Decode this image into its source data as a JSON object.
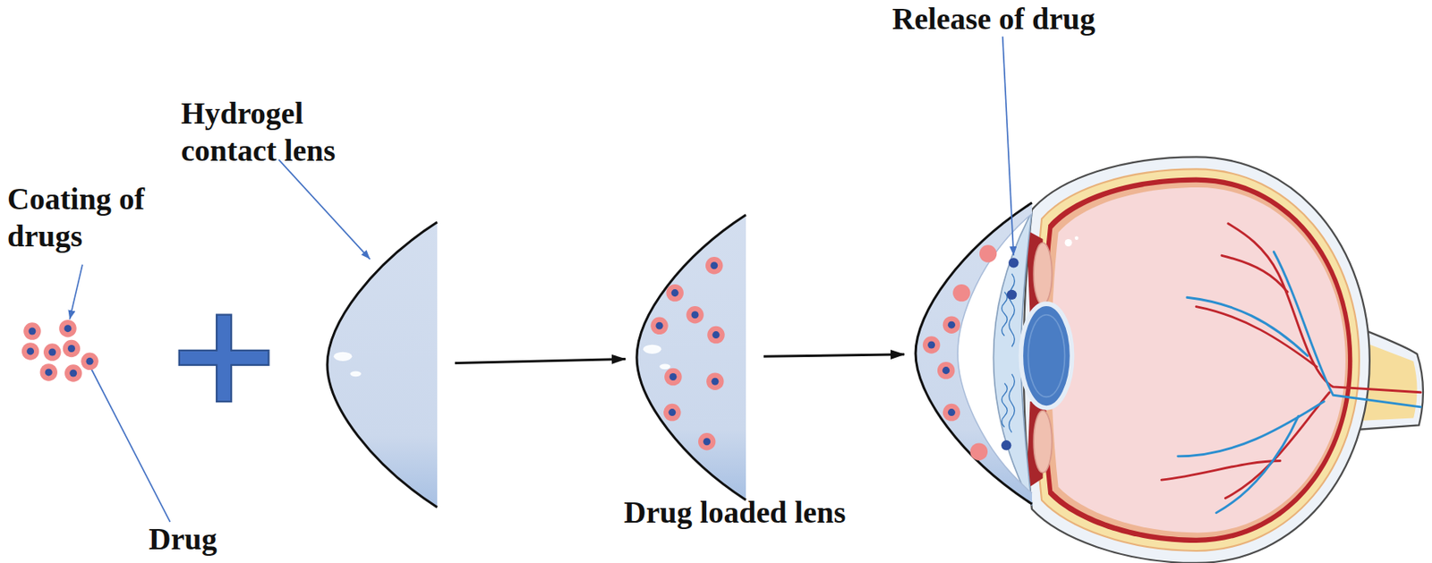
{
  "diagram": {
    "nodes": [
      {
        "text": [
          "Hydrogel contact lens"
        ]
      },
      {
        "text": [
          "Drug loaded lens"
        ]
      },
      {
        "text": [
          "Release of drug"
        ]
      }
    ],
    "edges": [
      {
        "from": 0,
        "to": 1,
        "arrow": "to"
      },
      {
        "from": 1,
        "to": 2,
        "arrow": "to"
      }
    ],
    "labels": [
      "Coating of drugs",
      "Drug"
    ]
  }
}
